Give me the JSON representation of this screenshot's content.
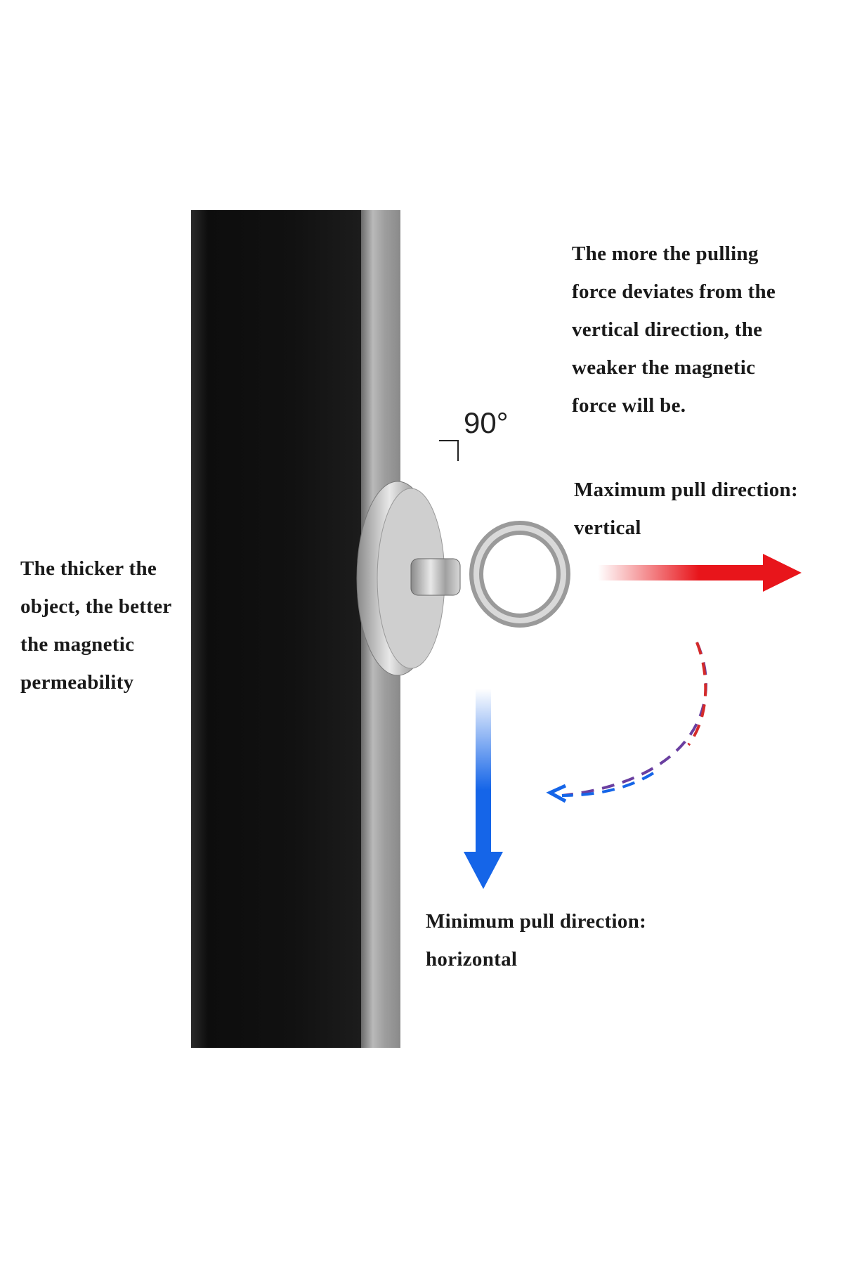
{
  "annotations": {
    "deviation_note": [
      "The more the pulling",
      "force deviates from the",
      "vertical direction, the",
      "weaker the magnetic",
      "force will be."
    ],
    "angle_label": "90°",
    "max_pull": [
      "Maximum pull direction:",
      "vertical"
    ],
    "min_pull": [
      "Minimum pull direction:",
      "horizontal"
    ],
    "thickness_note": [
      "The thicker the",
      "object, the better",
      "the magnetic",
      "permeability"
    ]
  },
  "colors": {
    "max_arrow": "#e8151b",
    "min_arrow": "#1565e8",
    "wall": "#111111"
  }
}
